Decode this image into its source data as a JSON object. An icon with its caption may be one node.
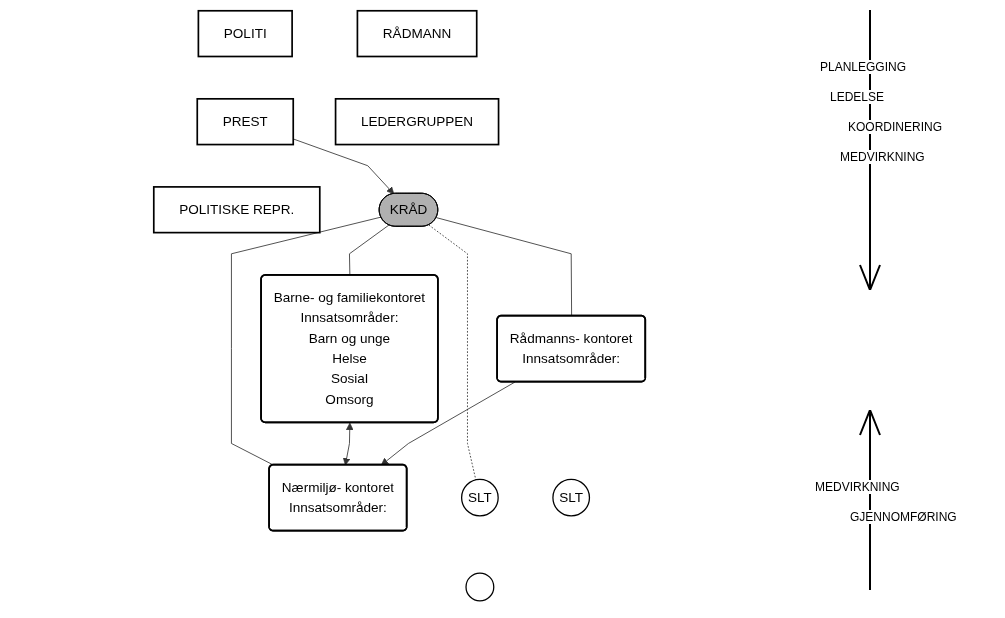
{
  "diagram": {
    "nodes": [
      {
        "text": [
          "POLITI"
        ]
      },
      {
        "text": [
          "PREST"
        ]
      },
      {
        "text": [
          "POLITISKE REPR."
        ]
      },
      {
        "text": [
          "RÅDMANN"
        ]
      },
      {
        "text": [
          "LEDERGRUPPEN"
        ]
      },
      {
        "text": [
          "KRÅD"
        ]
      },
      {
        "text": [
          "Barne- og familiekontoret",
          "Innsatsområder:",
          "Barn og unge",
          "Helse",
          "Sosial",
          "Omsorg"
        ]
      },
      {
        "text": [
          "Nærmiljø- kontoret",
          "Innsatsområder:"
        ]
      },
      {
        "text": [
          "Rådmanns- kontoret",
          "Innsatsområder:"
        ]
      },
      {
        "text": [
          "SLT"
        ]
      },
      {
        "text": [],
        "shape": "circle"
      },
      {
        "text": [
          "SLT"
        ]
      }
    ],
    "edges": [
      {
        "from": 1,
        "to": 5,
        "arrow": "to"
      },
      {
        "from": 5,
        "to": 6,
        "arrow": "none"
      },
      {
        "from": 5,
        "to": 7,
        "arrow": "none"
      },
      {
        "from": 5,
        "to": 8,
        "arrow": "none"
      },
      {
        "from": 5,
        "to": 9,
        "arrow": "none",
        "style": "dashed"
      },
      {
        "from": 6,
        "to": 7,
        "arrow": "both"
      },
      {
        "from": 8,
        "to": 7,
        "arrow": "to"
      }
    ],
    "labels": [
      "PLANLEGGING",
      "LEDELSE",
      "KOORDINERING",
      "MEDVIRKNING",
      "MEDVIRKNING",
      "GJENNOMFØRING"
    ]
  }
}
